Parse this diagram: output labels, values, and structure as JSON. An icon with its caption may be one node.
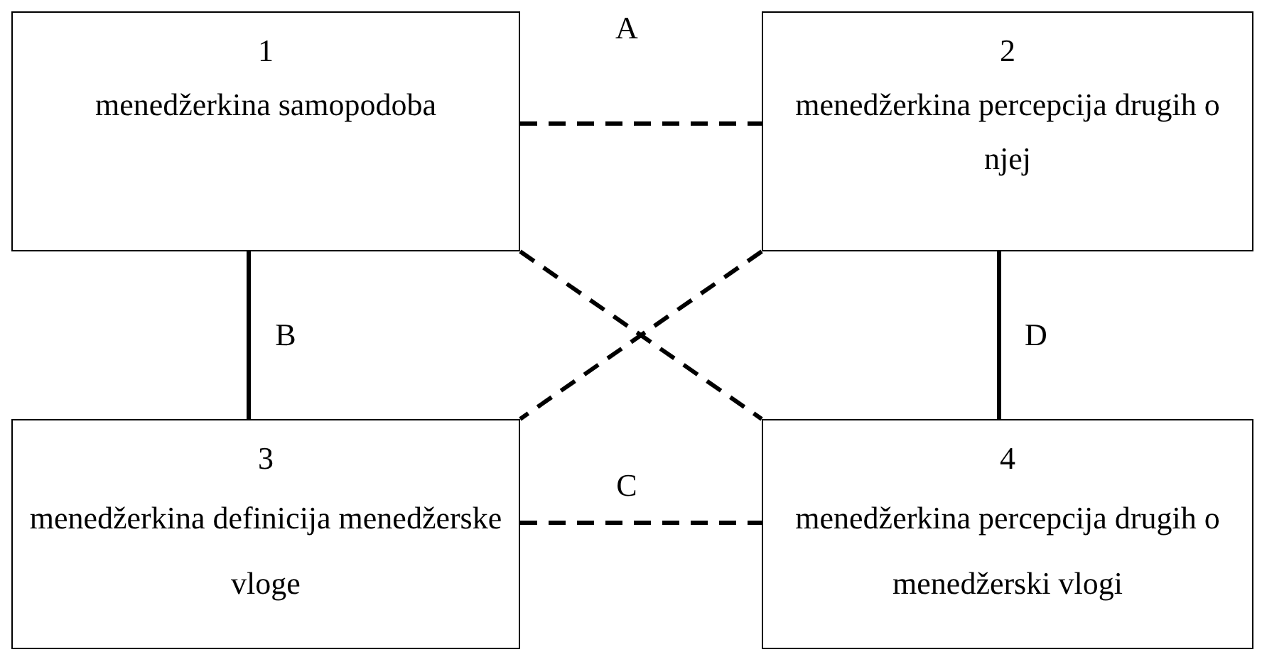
{
  "diagram": {
    "nodes": [
      {
        "text": [
          "1",
          "menedžerkina samopodoba"
        ]
      },
      {
        "text": [
          "2",
          "menedžerkina percepcija drugih o njej"
        ]
      },
      {
        "text": [
          "3",
          "menedžerkina definicija menedžerske vloge"
        ]
      },
      {
        "text": [
          "4",
          "menedžerkina percepcija drugih o menedžerski vlogi"
        ]
      }
    ],
    "edges": [
      {
        "from": 0,
        "to": 1,
        "arrow": "none",
        "label": "A",
        "style": "dashed"
      },
      {
        "from": 0,
        "to": 2,
        "arrow": "none",
        "label": "B"
      },
      {
        "from": 2,
        "to": 3,
        "arrow": "none",
        "label": "C",
        "style": "dashed"
      },
      {
        "from": 1,
        "to": 3,
        "arrow": "none",
        "label": "D"
      },
      {
        "from": 0,
        "to": 3,
        "arrow": "none",
        "style": "dashed"
      },
      {
        "from": 1,
        "to": 2,
        "arrow": "none",
        "style": "dashed"
      }
    ]
  }
}
